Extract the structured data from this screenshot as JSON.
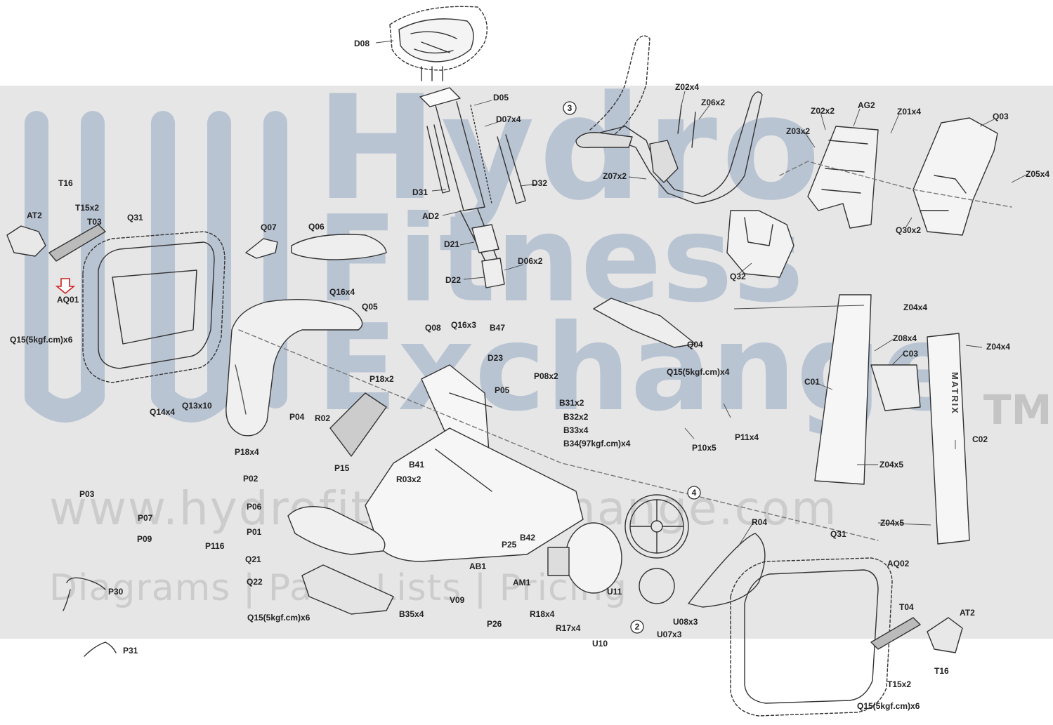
{
  "watermark": {
    "line1": "Hydro",
    "line2": "Fitness",
    "line3": "Exchange",
    "tm": "TM",
    "url": "www.hydrofitnessexchange.com",
    "sub": "Diagrams | Parts Lists | Pricing"
  },
  "branding": {
    "frame_text": "MATRIX"
  },
  "labels": [
    {
      "id": "D08",
      "text": "D08"
    },
    {
      "id": "D05",
      "text": "D05"
    },
    {
      "id": "D07x4",
      "text": "D07x4"
    },
    {
      "id": "D31",
      "text": "D31"
    },
    {
      "id": "D32",
      "text": "D32"
    },
    {
      "id": "AD2",
      "text": "AD2"
    },
    {
      "id": "D21",
      "text": "D21"
    },
    {
      "id": "D06x2",
      "text": "D06x2"
    },
    {
      "id": "D22",
      "text": "D22"
    },
    {
      "id": "Z02x4",
      "text": "Z02x4"
    },
    {
      "id": "Z06x2",
      "text": "Z06x2"
    },
    {
      "id": "Z07x2",
      "text": "Z07x2"
    },
    {
      "id": "Z02x2",
      "text": "Z02x2"
    },
    {
      "id": "AG2",
      "text": "AG2"
    },
    {
      "id": "Z01x4",
      "text": "Z01x4"
    },
    {
      "id": "Z03x2",
      "text": "Z03x2"
    },
    {
      "id": "Q03",
      "text": "Q03"
    },
    {
      "id": "Z05x4",
      "text": "Z05x4"
    },
    {
      "id": "Q30x2",
      "text": "Q30x2"
    },
    {
      "id": "Q32",
      "text": "Q32"
    },
    {
      "id": "T16a",
      "text": "T16"
    },
    {
      "id": "AT2a",
      "text": "AT2"
    },
    {
      "id": "T15x2a",
      "text": "T15x2"
    },
    {
      "id": "T03",
      "text": "T03"
    },
    {
      "id": "Q31a",
      "text": "Q31"
    },
    {
      "id": "Q07",
      "text": "Q07"
    },
    {
      "id": "Q06",
      "text": "Q06"
    },
    {
      "id": "AQ01",
      "text": "AQ01"
    },
    {
      "id": "Q16x4",
      "text": "Q16x4"
    },
    {
      "id": "Q05",
      "text": "Q05"
    },
    {
      "id": "Q15a",
      "text": "Q15(5kgf.cm)x6"
    },
    {
      "id": "Q14x4",
      "text": "Q14x4"
    },
    {
      "id": "Q13x10",
      "text": "Q13x10"
    },
    {
      "id": "Q08",
      "text": "Q08"
    },
    {
      "id": "Q16x3",
      "text": "Q16x3"
    },
    {
      "id": "B47",
      "text": "B47"
    },
    {
      "id": "D23",
      "text": "D23"
    },
    {
      "id": "P18x2",
      "text": "P18x2"
    },
    {
      "id": "P05",
      "text": "P05"
    },
    {
      "id": "P08x2",
      "text": "P08x2"
    },
    {
      "id": "Q04",
      "text": "Q04"
    },
    {
      "id": "Q15b",
      "text": "Q15(5kgf.cm)x4"
    },
    {
      "id": "Z04x4a",
      "text": "Z04x4"
    },
    {
      "id": "Z08x4",
      "text": "Z08x4"
    },
    {
      "id": "C03",
      "text": "C03"
    },
    {
      "id": "Z04x4b",
      "text": "Z04x4"
    },
    {
      "id": "C01",
      "text": "C01"
    },
    {
      "id": "P04",
      "text": "P04"
    },
    {
      "id": "R02",
      "text": "R02"
    },
    {
      "id": "B31x2",
      "text": "B31x2"
    },
    {
      "id": "B32x2",
      "text": "B32x2"
    },
    {
      "id": "B33x4",
      "text": "B33x4"
    },
    {
      "id": "B34",
      "text": "B34(97kgf.cm)x4"
    },
    {
      "id": "P10x5",
      "text": "P10x5"
    },
    {
      "id": "P11x4",
      "text": "P11x4"
    },
    {
      "id": "C02",
      "text": "C02"
    },
    {
      "id": "P18x4",
      "text": "P18x4"
    },
    {
      "id": "P15",
      "text": "P15"
    },
    {
      "id": "B41",
      "text": "B41"
    },
    {
      "id": "R03x2",
      "text": "R03x2"
    },
    {
      "id": "Z04x5a",
      "text": "Z04x5"
    },
    {
      "id": "P02",
      "text": "P02"
    },
    {
      "id": "P03",
      "text": "P03"
    },
    {
      "id": "P06",
      "text": "P06"
    },
    {
      "id": "P07",
      "text": "P07"
    },
    {
      "id": "P01",
      "text": "P01"
    },
    {
      "id": "P116",
      "text": "P116"
    },
    {
      "id": "P09",
      "text": "P09"
    },
    {
      "id": "Q21",
      "text": "Q21"
    },
    {
      "id": "P25",
      "text": "P25"
    },
    {
      "id": "B42",
      "text": "B42"
    },
    {
      "id": "R04",
      "text": "R04"
    },
    {
      "id": "Z04x5b",
      "text": "Z04x5"
    },
    {
      "id": "Q31b",
      "text": "Q31"
    },
    {
      "id": "AB1",
      "text": "AB1"
    },
    {
      "id": "AQ02",
      "text": "AQ02"
    },
    {
      "id": "Q22",
      "text": "Q22"
    },
    {
      "id": "AM1",
      "text": "AM1"
    },
    {
      "id": "P30",
      "text": "P30"
    },
    {
      "id": "U11",
      "text": "U11"
    },
    {
      "id": "V09",
      "text": "V09"
    },
    {
      "id": "R18x4",
      "text": "R18x4"
    },
    {
      "id": "B35x4",
      "text": "B35x4"
    },
    {
      "id": "Q15c",
      "text": "Q15(5kgf.cm)x6"
    },
    {
      "id": "U08x3",
      "text": "U08x3"
    },
    {
      "id": "P26",
      "text": "P26"
    },
    {
      "id": "R17x4",
      "text": "R17x4"
    },
    {
      "id": "T04",
      "text": "T04"
    },
    {
      "id": "AT2b",
      "text": "AT2"
    },
    {
      "id": "U07x3",
      "text": "U07x3"
    },
    {
      "id": "U10",
      "text": "U10"
    },
    {
      "id": "P31",
      "text": "P31"
    },
    {
      "id": "T16b",
      "text": "T16"
    },
    {
      "id": "T15x2b",
      "text": "T15x2"
    },
    {
      "id": "Q15d",
      "text": "Q15(5kgf.cm)x6"
    }
  ],
  "callouts": [
    {
      "id": "c3",
      "text": "3"
    },
    {
      "id": "c4",
      "text": "4"
    },
    {
      "id": "c2",
      "text": "2"
    }
  ],
  "colors": {
    "background_band": "#e6e6e6",
    "watermark": "#b9c4d3",
    "linework": "#333333",
    "arrow": "#cc2222"
  }
}
